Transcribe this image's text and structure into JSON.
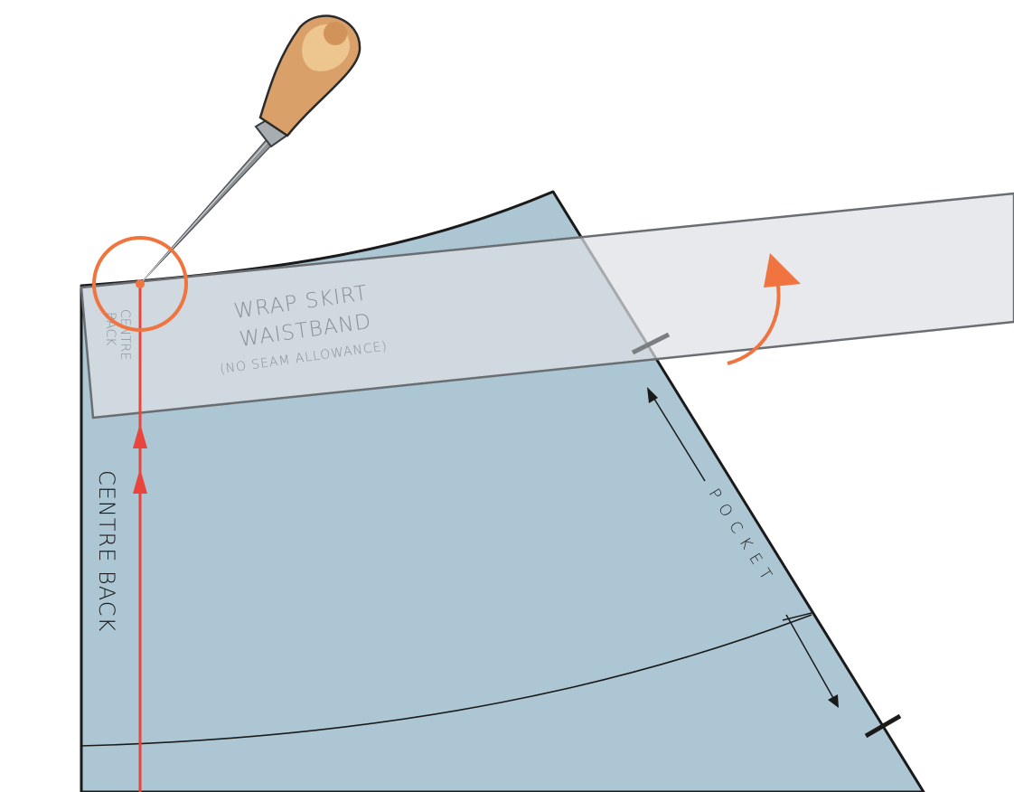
{
  "diagram": {
    "waistband": {
      "line1": "WRAP SKIRT",
      "line2": "WAISTBAND",
      "line3": "(NO SEAM ALLOWANCE)",
      "centre_line1": "CENTRE",
      "centre_line2": "BACK"
    },
    "centre_back_label": "CENTRE BACK",
    "pocket_label": "P O C K E T",
    "colors": {
      "skirt_fill": "#adc6d4",
      "waistband_fill": "#dfe1e4",
      "outline": "#1a1a1a",
      "accent": "#ef7440",
      "grainline": "#e8453c",
      "text_grey": "#8a8f94"
    }
  }
}
